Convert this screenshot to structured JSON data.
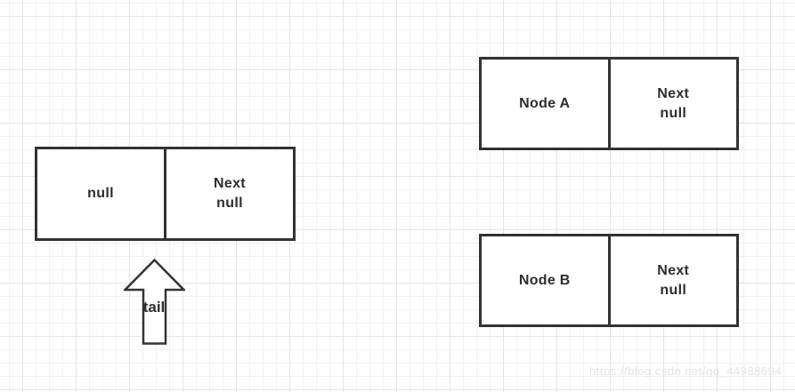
{
  "diagram": {
    "tail_box": {
      "data_label": "null",
      "next_label": "Next\nnull"
    },
    "node_a_box": {
      "data_label": "Node A",
      "next_label": "Next\nnull"
    },
    "node_b_box": {
      "data_label": "Node B",
      "next_label": "Next\nnull"
    },
    "tail_pointer": {
      "label": "tail",
      "direction": "up"
    },
    "watermark": "https://blog.csdn.net/qq_44988694"
  },
  "colors": {
    "shape_border": "#333333",
    "shape_fill": "#ffffff",
    "text": "#2d2d2d",
    "grid_minor": "#f1f1f3",
    "grid_major": "#e4e4e7",
    "watermark_text": "#e3e3e9",
    "background": "#ffffff"
  }
}
